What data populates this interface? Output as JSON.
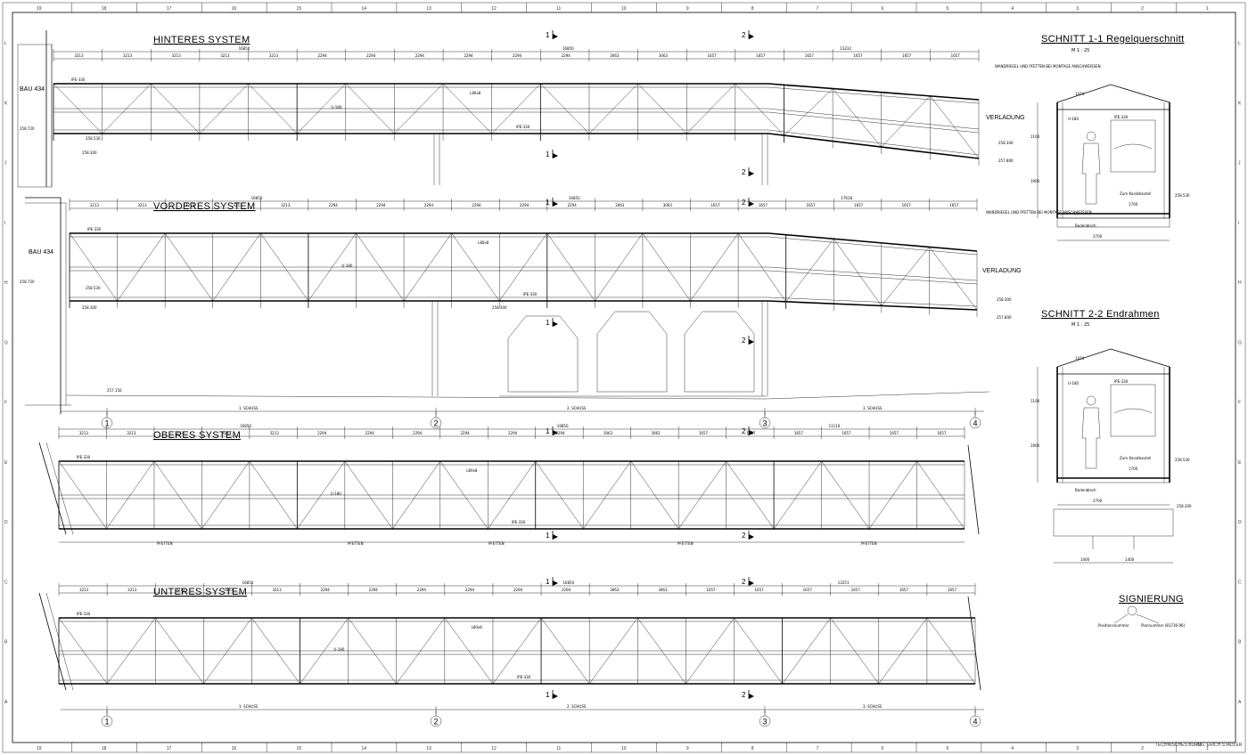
{
  "titles": {
    "hinteres": "HINTERES SYSTEM",
    "vorderes": "VORDERES SYSTEM",
    "oberes": "OBERES SYSTEM",
    "unteres": "UNTERES SYSTEM",
    "schnitt11": "SCHNITT 1-1 Regelquerschnitt",
    "schnitt22": "SCHNITT 2-2 Endrahmen",
    "scale": "M 1 : 25",
    "signierung": "SIGNIERUNG"
  },
  "labels": {
    "bau": "BAU 434",
    "verladung": "VERLADUNG",
    "section_mark_1": "1",
    "section_mark_2": "2",
    "dim_total": "16850",
    "dim_bay_a": "3213",
    "dim_bay_b": "2294",
    "dim_bay_c": "3063",
    "dim_last": "13232",
    "dim_last_v": "17618",
    "dim_last_o": "11110",
    "dim_last_u": "12251",
    "dim_end": "1657",
    "profile_ipe": "IPE-330",
    "profile_u": "U-180",
    "profile_l": "L80x8",
    "level_1": "258.530",
    "level_2": "258.300",
    "level_3": "257.800",
    "level_4": "258.720",
    "level_5": "257.150",
    "schuss_1": "1. SCHUSS",
    "schuss_2": "2. SCHUSS",
    "schuss_3": "3. SCHUSS",
    "pfetten": "PFETTEN",
    "sig_pos": "Positionsnummer",
    "sig_plan": "Plannummer (81736-96)",
    "note_small": "WANDRIEGEL UND PFETTEN BEI MONTAGE ANSCHWEISSEN",
    "sec_dim_1": "1474",
    "sec_dim_2": "1700",
    "sec_dim_3": "2700",
    "sec_dim_4": "1400",
    "sec_dim_5": "1100",
    "sec_dim_6": "1900",
    "sec_note": "Zum Kanalbauteil",
    "sec_floor": "Bodenblech",
    "footer_1": "TECHNISCHES BÜRO",
    "footer_2": "ING. ERICH STADLER"
  },
  "axes": [
    "1",
    "2",
    "3",
    "4"
  ],
  "frame_columns": [
    "19",
    "18",
    "17",
    "16",
    "15",
    "14",
    "13",
    "12",
    "11",
    "10",
    "9",
    "8",
    "7",
    "6",
    "5",
    "4",
    "3",
    "2",
    "1"
  ],
  "frame_rows": [
    "L",
    "K",
    "J",
    "I",
    "H",
    "G",
    "F",
    "E",
    "D",
    "C",
    "B",
    "A"
  ]
}
